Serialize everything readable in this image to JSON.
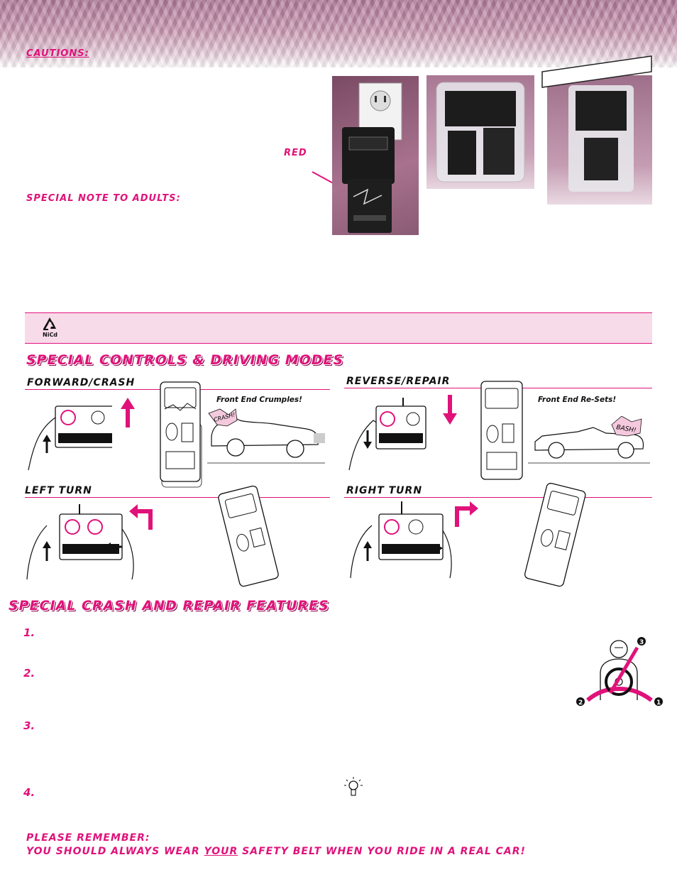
{
  "headings": {
    "cautions": "CAUTIONS:",
    "red_label": "RED",
    "special_note": "SPECIAL NOTE TO ADULTS:",
    "special_controls": "SPECIAL CONTROLS & DRIVING MODES",
    "crash_repair": "SPECIAL CRASH AND REPAIR FEATURES"
  },
  "recycle_badge": {
    "icon": "recycle-icon",
    "label": "NiCd"
  },
  "modes": [
    {
      "label": "FORWARD/CRASH",
      "callout": "Front End Crumples!",
      "sound": "CRASH!"
    },
    {
      "label": "REVERSE/REPAIR",
      "callout": "Front End Re-Sets!",
      "sound": "BASH!"
    },
    {
      "label": "LEFT TURN"
    },
    {
      "label": "RIGHT TURN"
    }
  ],
  "features": [
    "1.",
    "2.",
    "3.",
    "4."
  ],
  "dummy_markers": [
    "3",
    "2",
    "1"
  ],
  "tip_icon": "lightbulb-icon",
  "remember": {
    "line1": "PLEASE REMEMBER:",
    "line2_before": "YOU SHOULD ALWAYS WEAR ",
    "line2_emph": "YOUR",
    "line2_after": " SAFETY BELT WHEN YOU RIDE IN A REAL CAR!"
  },
  "colors": {
    "accent": "#e0127a",
    "panel": "#f8dbe9"
  }
}
